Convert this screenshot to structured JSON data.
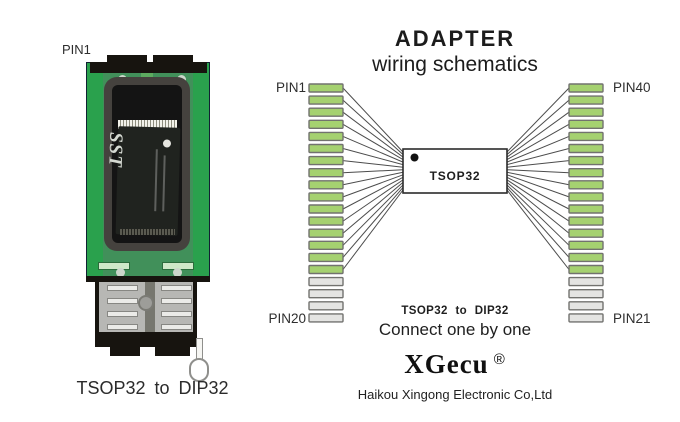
{
  "page": {
    "background": "#ffffff"
  },
  "photo": {
    "pin1_label": "PIN1",
    "chip_brand": "SST",
    "caption": "TSOP32 to DIP32"
  },
  "title": {
    "line1": "ADAPTER",
    "line2": "wiring schematics"
  },
  "schematic": {
    "chip_label": "TSOP32",
    "left_top_label": "PIN1",
    "left_bottom_label": "PIN20",
    "right_top_label": "PIN40",
    "right_bottom_label": "PIN21",
    "pins_per_column": 20,
    "wired_pins_per_column": 16,
    "colors": {
      "wired_pin": "#a5d170",
      "unwired_pin": "#e4e4e2",
      "pin_border": "#72726f",
      "wire": "#4c4c4c",
      "chip_box_border": "#2b2b2b",
      "chip_box_fill": "#ffffff"
    }
  },
  "footer": {
    "subtitle_bold": "TSOP32 to DIP32",
    "subtitle": "Connect one by one",
    "brand": "XGecu",
    "registered_mark": "®",
    "company": "Haikou Xingong Electronic Co,Ltd"
  }
}
